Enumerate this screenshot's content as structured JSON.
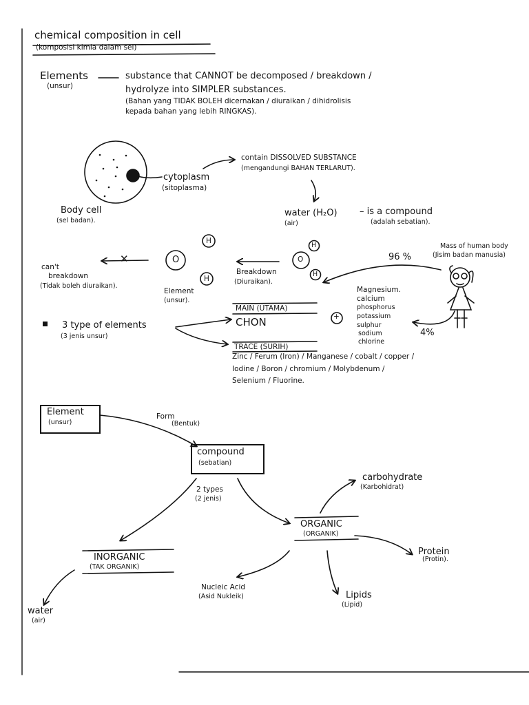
{
  "header": {
    "title": "chemical composition in cell",
    "subtitle": "(komposisi kimia dalam sel)"
  },
  "elements_def": {
    "term": "Elements",
    "term_ms": "(unsur)",
    "dash": "—",
    "line1": "substance that CANNOT be decomposed / breakdown /",
    "line2": "hydrolyze into SIMPLER substances.",
    "line3": "(Bahan yang TIDAK BOLEH dicernakan / diuraikan / dihidrolisis",
    "line4": "kepada bahan yang lebih RINGKAS)."
  },
  "cell": {
    "cytoplasm": "cytoplasm",
    "cytoplasm_ms": "(sitoplasma)",
    "contain": "contain DISSOLVED SUBSTANCE",
    "contain_ms": "(mengandungi BAHAN TERLARUT).",
    "water": "water (H₂O)",
    "water_ms": "(air)",
    "is_compound": "– is a compound",
    "is_compound_ms": "(adalah sebatian).",
    "body_cell": "Body cell",
    "body_cell_ms": "(sel badan)."
  },
  "breakdown": {
    "h_label": "H",
    "o_label": "O",
    "cant": "can't",
    "cant2": "breakdown",
    "cant_ms": "(Tidak boleh diuraikan).",
    "cross": "✕",
    "element": "Element",
    "element_ms": "(unsur).",
    "breakdown": "Breakdown",
    "breakdown_ms": "(Diuraikan)."
  },
  "mass": {
    "percent_main": "96 %",
    "label": "Mass of human body",
    "label_ms": "(Jisim badan manusia)",
    "percent_trace": "4%",
    "minerals": [
      "Magnesium.",
      "calcium",
      "phosphorus",
      "potassium",
      "sulphur",
      "sodium",
      "chlorine"
    ],
    "plus": "+"
  },
  "types": {
    "heading": "3 type of elements",
    "heading_ms": "(3 jenis unsur)",
    "main_label": "MAIN (UTAMA)",
    "chon": "CHON",
    "trace_label": "TRACE (SURIH)",
    "trace_line1": "Zinc / Ferum (Iron) / Manganese / cobalt / copper /",
    "trace_line2": "Iodine / Boron / chromium / Molybdenum /",
    "trace_line3": "Selenium / Fluorine."
  },
  "tree": {
    "element": "Element",
    "element_ms": "(unsur)",
    "form": "Form",
    "form_ms": "(Bentuk)",
    "compound": "compound",
    "compound_ms": "(sebatian)",
    "two_types": "2 types",
    "two_types_ms": "(2 jenis)",
    "organic": "ORGANIC",
    "organic_ms": "(ORGANIK)",
    "inorganic": "INORGANIC",
    "inorganic_ms": "(TAK ORGANIK)",
    "carbohydrate": "carbohydrate",
    "carbohydrate_ms": "(Karbohidrat)",
    "protein": "Protein",
    "protein_ms": "(Protin).",
    "nucleic": "Nucleic Acid",
    "nucleic_ms": "(Asid Nukleik)",
    "lipids": "Lipids",
    "lipids_ms": "(Lipid)",
    "water": "water",
    "water_ms": "(air)"
  }
}
